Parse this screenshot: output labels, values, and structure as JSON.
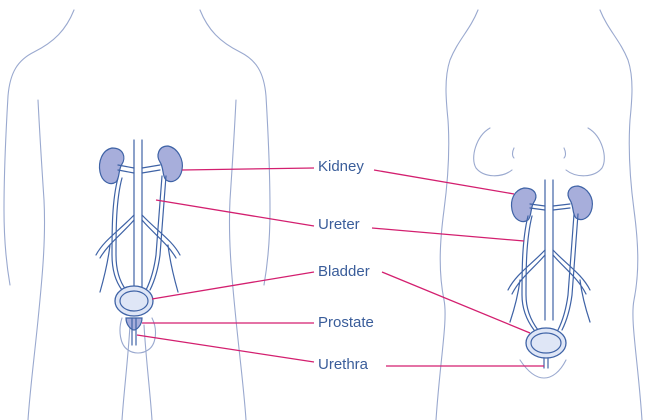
{
  "labels": {
    "kidney": "Kidney",
    "ureter": "Ureter",
    "bladder": "Bladder",
    "prostate": "Prostate",
    "urethra": "Urethra"
  },
  "colors": {
    "label_text": "#3a5d9a",
    "leader_line": "#d31f6f",
    "organ_fill": "#a7aedb",
    "body_outline": "#9aa9cf",
    "vessel": "#3f63a6"
  },
  "figures": [
    "male-figure",
    "female-figure"
  ]
}
